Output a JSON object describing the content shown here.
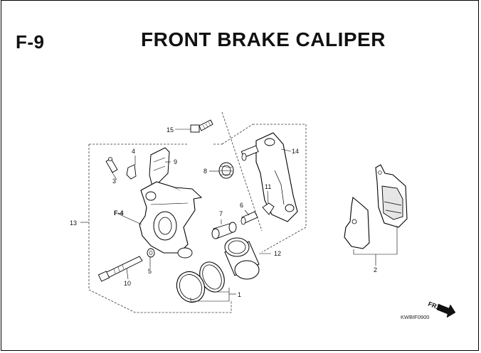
{
  "section": "F-9",
  "title": "FRONT BRAKE CALIPER",
  "drawing_code": "KWBIF0900",
  "direction_label": "FR.",
  "reference": "F-4",
  "callouts": [
    "1",
    "2",
    "3",
    "4",
    "5",
    "6",
    "7",
    "8",
    "9",
    "10",
    "11",
    "12",
    "13",
    "14",
    "15"
  ]
}
